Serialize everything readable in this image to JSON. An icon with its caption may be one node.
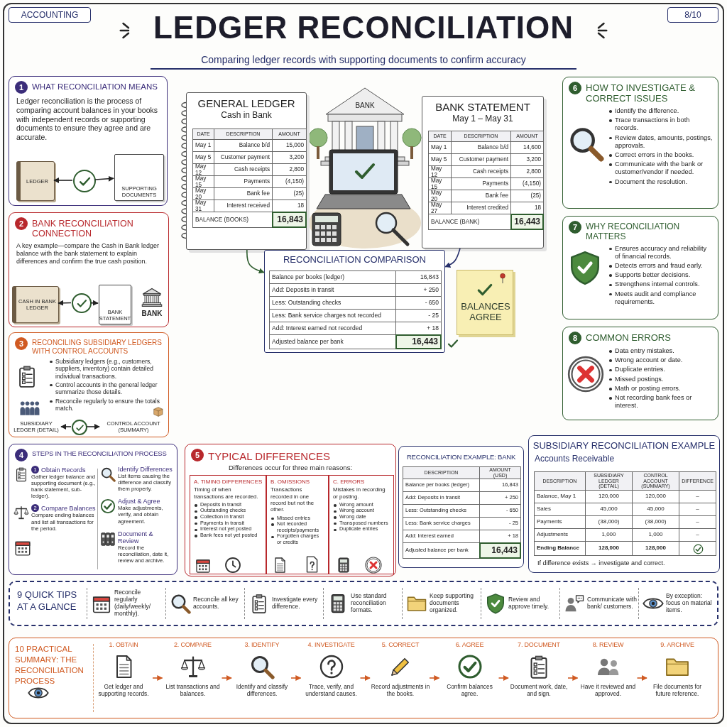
{
  "diagram": {
    "title": "LEDGER RECONCILIATION",
    "nodes": [
      {
        "text": [
          "ACCOUNTING"
        ]
      },
      {
        "text": [
          "8/10"
        ]
      },
      {
        "text": [
          "1",
          "WHAT RECONCILIATION MEANS",
          "Ledger reconciliation is the process of comparing account balances in your books with independent records or supporting documents to ensure they agree and are accurate."
        ]
      },
      {
        "text": [
          "LEDGER"
        ],
        "in": 2
      },
      {
        "text": [],
        "shape": "circle",
        "in": 2
      },
      {
        "text": [
          "SUPPORTING DOCUMENTS"
        ],
        "in": 2
      },
      {
        "text": [
          "2",
          "BANK RECONCILIATION CONNECTION",
          "A key example—compare the Cash in Bank ledger balance with the bank statement to explain differences and confirm the true cash position."
        ]
      },
      {
        "text": [
          "CASH IN BANK LEDGER"
        ],
        "in": 6
      },
      {
        "text": [],
        "shape": "circle",
        "in": 6
      },
      {
        "text": [
          "BANK STATEMENT"
        ],
        "in": 6
      },
      {
        "text": [
          "3",
          "RECONCILING SUBSIDIARY LEDGERS WITH CONTROL ACCOUNTS",
          "Subsidiary ledgers (e.g., customers, suppliers, inventory) contain detailed individual transactions.",
          "Control accounts in the general ledger summarize those details.",
          "Reconcile regularly to ensure the totals match."
        ]
      },
      {
        "text": [
          "SUBSIDIARY LEDGER (DETAIL)"
        ],
        "in": 10
      },
      {
        "text": [],
        "shape": "circle",
        "in": 10
      },
      {
        "text": [
          "CONTROL ACCOUNT (SUMMARY)"
        ],
        "in": 10
      },
      {
        "text": [
          "GENERAL LEDGER",
          "Cash in Bank"
        ]
      },
      {
        "text": [
          "BANK STATEMENT",
          "May 1 – May 31"
        ]
      },
      {
        "text": [
          "RECONCILIATION COMPARISON"
        ]
      },
      {
        "text": [
          "BALANCES AGREE"
        ]
      },
      {
        "text": [
          "6",
          "HOW TO INVESTIGATE & CORRECT ISSUES",
          "Identify the difference.",
          "Trace transactions in both records.",
          "Review dates, amounts, postings, approvals.",
          "Correct errors in the books.",
          "Communicate with the bank or customer/vendor if needed.",
          "Document the resolution."
        ]
      },
      {
        "text": [
          "7",
          "WHY RECONCILIATION MATTERS",
          "Ensures accuracy and reliability of financial records.",
          "Detects errors and fraud early.",
          "Supports better decisions.",
          "Strengthens internal controls.",
          "Meets audit and compliance requirements."
        ]
      },
      {
        "text": [
          "8",
          "COMMON ERRORS",
          "Data entry mistakes.",
          "Wrong account or date.",
          "Duplicate entries.",
          "Missed postings.",
          "Math or posting errors.",
          "Not recording bank fees or interest."
        ]
      },
      {
        "text": [
          "4",
          "STEPS IN THE RECONCILIATION PROCESS",
          "1",
          "Obtain Records",
          "Gather ledger balance and supporting document (e.g., bank statement, sub-ledger).",
          "2",
          "Compare Balances",
          "Compare ending balances and list all transactions for the period.",
          "Identify Differences",
          "List items causing the difference and classify them properly.",
          "Adjust & Agree",
          "Make adjustments, verify, and obtain agreement.",
          "Document & Review",
          "Record the reconciliation, date it, review and archive."
        ]
      },
      {
        "text": [
          "5",
          "TYPICAL DIFFERENCES",
          "Differences occur for three main reasons:"
        ]
      },
      {
        "text": [
          "A. TIMING DIFFERENCES",
          "Timing of when transactions are recorded.",
          "Deposits in transit",
          "Outstanding checks",
          "Collection in transit",
          "Payments in transit",
          "Interest not yet posted",
          "Bank fees not yet posted"
        ],
        "in": 22
      },
      {
        "text": [
          "B. OMISSIONS",
          "Transactions recorded in one record but not the other.",
          "Missed entries",
          "Not recorded receipts/payments",
          "Forgotten charges or credits"
        ],
        "in": 22
      },
      {
        "text": [
          "C. ERRORS",
          "Mistakes in recording or posting.",
          "Wrong amount",
          "Wrong account",
          "Wrong date",
          "Transposed numbers",
          "Duplicate entries"
        ],
        "in": 22
      },
      {
        "text": [
          "RECONCILIATION EXAMPLE: BANK"
        ]
      },
      {
        "text": [
          "SUBSIDIARY RECONCILIATION EXAMPLE",
          "Accounts Receivable",
          "If difference exists → investigate and correct."
        ]
      },
      {
        "text": [
          "9 QUICK TIPS AT A GLANCE",
          "Reconcile regularly (daily/weekly/ monthly).",
          "Reconcile all key accounts.",
          "Investigate every difference.",
          "Use standard reconciliation formats.",
          "Keep supporting documents organized.",
          "Review and approve timely.",
          "Communicate with bank/ customers.",
          "By exception: focus on material items."
        ]
      },
      {
        "text": [
          "10 PRACTICAL SUMMARY: THE RECONCILIATION PROCESS"
        ]
      },
      {
        "text": [
          "1. OBTAIN",
          "Get ledger and supporting records."
        ],
        "in": 29
      },
      {
        "text": [
          "2. COMPARE",
          "List transactions and balances."
        ],
        "in": 29
      },
      {
        "text": [
          "3. IDENTIFY",
          "Identify and classify differences."
        ],
        "in": 29
      },
      {
        "text": [
          "4. INVESTIGATE",
          "Trace, verify, and understand causes."
        ],
        "in": 29
      },
      {
        "text": [
          "5. CORRECT",
          "Record adjustments in the books."
        ],
        "in": 29
      },
      {
        "text": [
          "6. AGREE",
          "Confirm balances agree."
        ],
        "in": 29
      },
      {
        "text": [
          "7. DOCUMENT",
          "Document work, date, and sign."
        ],
        "in": 29
      },
      {
        "text": [
          "8. REVIEW",
          "Have it reviewed and approved."
        ],
        "in": 29
      },
      {
        "text": [
          "9. ARCHIVE",
          "File documents for future reference."
        ],
        "in": 29
      }
    ],
    "edges": [
      {
        "from": 4,
        "to": 3,
        "arrow": "to",
        "color": "#222222"
      },
      {
        "from": 4,
        "to": 5,
        "arrow": "to",
        "color": "#222222"
      },
      {
        "from": 8,
        "to": 7,
        "arrow": "to",
        "color": "#222222"
      },
      {
        "from": 8,
        "to": 9,
        "arrow": "to",
        "color": "#222222"
      },
      {
        "from": 12,
        "to": 11,
        "arrow": "to",
        "color": "#222222"
      },
      {
        "from": 12,
        "to": 13,
        "arrow": "to",
        "color": "#222222"
      },
      {
        "from": 14,
        "to": 16,
        "arrow": "to",
        "color": "#2f5d2f"
      },
      {
        "from": 15,
        "to": 16,
        "arrow": "to",
        "color": "#27306b"
      },
      {
        "from": 30,
        "to": 31,
        "arrow": "to"
      },
      {
        "from": 31,
        "to": 32,
        "arrow": "to"
      },
      {
        "from": 32,
        "to": 33,
        "arrow": "to"
      },
      {
        "from": 33,
        "to": 34,
        "arrow": "to"
      },
      {
        "from": 34,
        "to": 35,
        "arrow": "to"
      },
      {
        "from": 35,
        "to": 36,
        "arrow": "to"
      },
      {
        "from": 36,
        "to": 37,
        "arrow": "to"
      },
      {
        "from": 37,
        "to": 38,
        "arrow": "to"
      }
    ],
    "labels": [
      "Comparing ledger records with supporting documents to confirm accuracy",
      "DATE",
      "DESCRIPTION",
      "AMOUNT",
      "May 1",
      "Balance b/d",
      "15,000",
      "May 5",
      "Customer payment",
      "3,200",
      "May 12",
      "Cash receipts",
      "2,800",
      "May 15",
      "Payments",
      "(4,150)",
      "May 20",
      "Bank fee",
      "(25)",
      "May 31",
      "Interest received",
      "18",
      "BALANCE (BOOKS)",
      "16,843",
      "BANK",
      "DATE",
      "DESCRIPTION",
      "AMOUNT",
      "May 1",
      "Balance b/d",
      "14,600",
      "May 5",
      "Customer payment",
      "3,200",
      "May 12",
      "Cash receipts",
      "2,800",
      "May 15",
      "Payments",
      "(4,150)",
      "May 20",
      "Bank fee",
      "(25)",
      "May 27",
      "Interest credited",
      "18",
      "BALANCE (BANK)",
      "16,443",
      "Balance per books (ledger)",
      "16,843",
      "Add: Deposits in transit",
      "+ 250",
      "Less: Outstanding checks",
      "- 650",
      "Less: Bank service charges not recorded",
      "- 25",
      "Add: Interest earned not recorded",
      "+ 18",
      "Adjusted balance per bank",
      "16,443",
      "BANK",
      "DESCRIPTION",
      "AMOUNT (USD)",
      "Balance per books (ledger)",
      "16,843",
      "Add: Deposits in transit",
      "+ 250",
      "Less: Outstanding checks",
      "- 650",
      "Less: Bank service charges",
      "- 25",
      "Add: Interest earned",
      "+ 18",
      "Adjusted balance per bank",
      "16,443",
      "DESCRIPTION",
      "SUBSIDIARY LEDGER (DETAIL)",
      "CONTROL ACCOUNT (SUMMARY)",
      "DIFFERENCE",
      "Balance, May 1",
      "120,000",
      "120,000",
      "–",
      "Sales",
      "45,000",
      "45,000",
      "–",
      "Payments",
      "(38,000)",
      "(38,000)",
      "–",
      "Adjustments",
      "1,000",
      "1,000",
      "–",
      "Ending Balance",
      "128,000",
      "128,000"
    ]
  }
}
